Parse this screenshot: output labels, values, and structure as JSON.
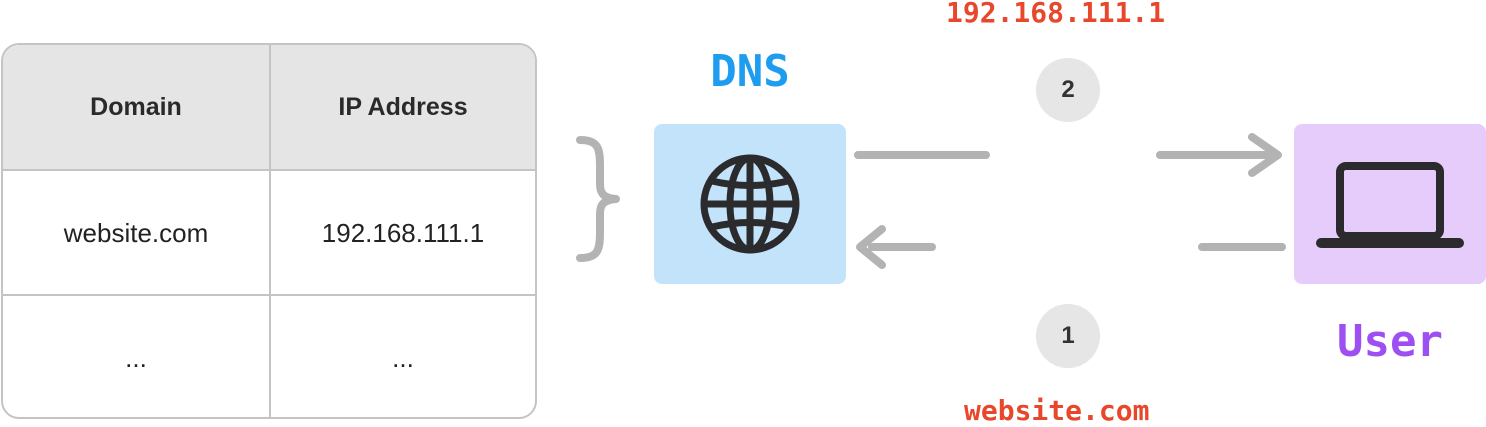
{
  "table": {
    "headers": [
      "Domain",
      "IP Address"
    ],
    "rows": [
      [
        "website.com",
        "192.168.111.1"
      ],
      [
        "...",
        "..."
      ]
    ]
  },
  "dns": {
    "title": "DNS",
    "icon": "globe-icon"
  },
  "user": {
    "title": "User",
    "icon": "laptop-icon"
  },
  "steps": [
    {
      "number": "1",
      "label": "website.com"
    },
    {
      "number": "2",
      "label": "192.168.111.1"
    }
  ],
  "colors": {
    "dns_accent": "#1e9cf0",
    "dns_box": "#c3e3fb",
    "user_accent": "#9d4ff2",
    "user_box": "#e5ccfa",
    "label_red": "#e8472c",
    "arrow_gray": "#b3b3b3"
  }
}
